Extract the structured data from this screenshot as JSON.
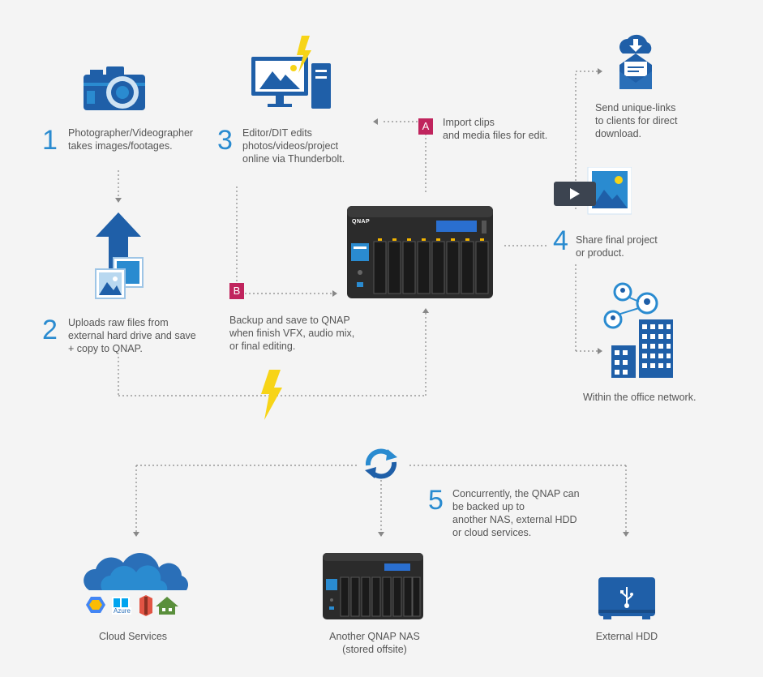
{
  "steps": {
    "s1": {
      "num": "1",
      "text": "Photographer/Videographer\ntakes images/footages."
    },
    "s2": {
      "num": "2",
      "text": "Uploads raw files from\nexternal hard drive and save\n+ copy to QNAP."
    },
    "s3": {
      "num": "3",
      "text": "Editor/DIT edits\nphotos/videos/project\nonline via Thunderbolt."
    },
    "s4": {
      "num": "4",
      "text": "Share final project\nor product."
    },
    "s5": {
      "num": "5",
      "text": "Concurrently, the QNAP can\nbe backed up to\nanother NAS, external HDD\nor cloud services."
    }
  },
  "markers": {
    "a": {
      "letter": "A",
      "text": "Import clips\nand media files for edit."
    },
    "b": {
      "letter": "B",
      "text": "Backup and save to QNAP\nwhen finish VFX, audio mix,\nor final editing."
    }
  },
  "labels": {
    "send_links": "Send unique-links\nto clients for direct\ndownload.",
    "office_network": "Within the office network.",
    "cloud_services": "Cloud Services",
    "another_nas": "Another QNAP NAS\n(stored offsite)",
    "external_hdd": "External HDD",
    "nas_brand": "QNAP",
    "azure": "Azure"
  },
  "colors": {
    "blue": "#1f5fa8",
    "light_blue": "#2a8bd0",
    "magenta": "#c0245d",
    "yellow": "#f7d417"
  }
}
